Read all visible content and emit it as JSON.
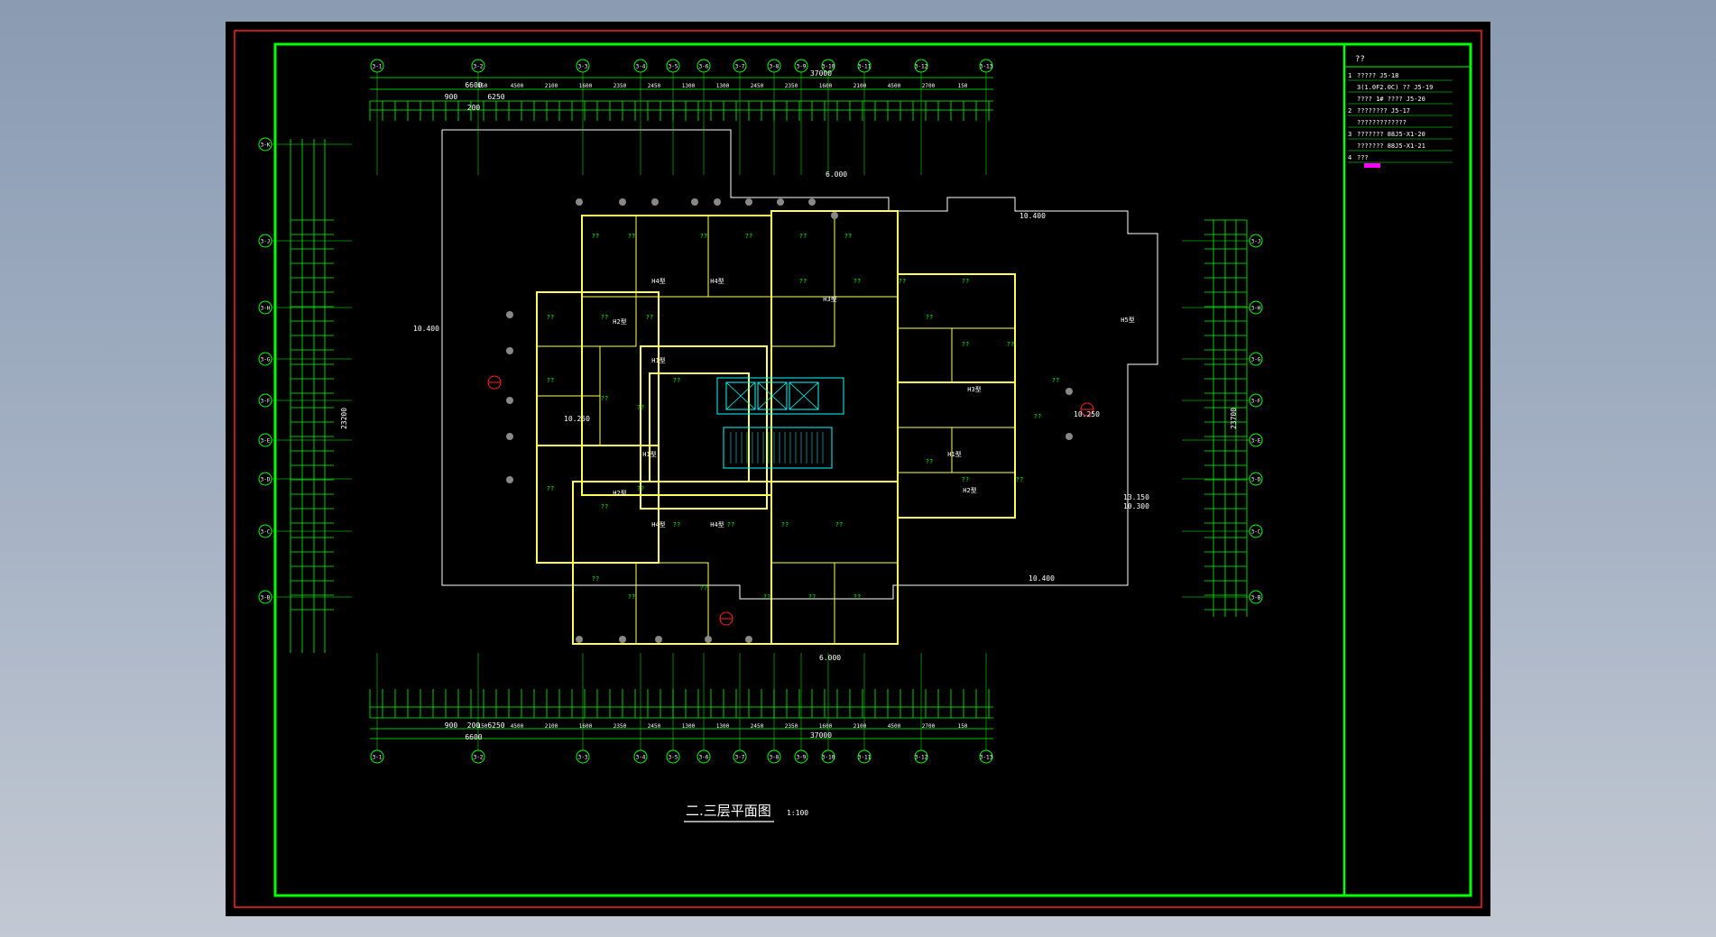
{
  "drawing": {
    "title": "二.三层平面图",
    "scale": "1:100"
  },
  "dimensions": {
    "top_total": "37000",
    "top_left": "6600",
    "top_sub": "6250",
    "top_900": "900",
    "top_200": "200",
    "left_total": "23200",
    "right_total": "23700",
    "bottom_total": "37000",
    "bottom_left": "6600",
    "bottom_sub": "6250",
    "bottom_900": "900",
    "bottom_200": "200",
    "top_segments": [
      "150",
      "4500",
      "2100",
      "1600",
      "2350",
      "2450",
      "1300",
      "1300",
      "2450",
      "2350",
      "1600",
      "2100",
      "4500",
      "2700",
      "150"
    ],
    "bottom_segments": [
      "150",
      "4500",
      "2100",
      "1600",
      "2350",
      "2450",
      "1300",
      "1300",
      "2450",
      "2350",
      "1600",
      "2100",
      "4500",
      "2700",
      "150"
    ]
  },
  "axes": {
    "top": [
      "3-1",
      "3-2",
      "3-3",
      "3-4",
      "3-5",
      "3-6",
      "3-7",
      "3-8",
      "3-9",
      "3-10",
      "3-11",
      "3-12",
      "3-13"
    ],
    "bottom": [
      "3-1",
      "3-2",
      "3-3",
      "3-4",
      "3-5",
      "3-6",
      "3-7",
      "3-8",
      "3-9",
      "3-10",
      "3-11",
      "3-12",
      "3-13"
    ],
    "left": [
      "3-K",
      "3-J",
      "3-H",
      "3-G",
      "3-F",
      "3-E",
      "3-D",
      "3-C",
      "3-B"
    ],
    "right": [
      "3-J",
      "3-H",
      "3-G",
      "3-F",
      "3-E",
      "3-D",
      "3-C",
      "3-B"
    ]
  },
  "elevations": {
    "left_roof": "10.400",
    "right_roof_top": "10.400",
    "right_roof_bottom": "10.400",
    "right_mid": "13.150",
    "right_mid2": "10.300",
    "stair_left": "10.250",
    "stair_right": "10.250",
    "top_level": "6.000",
    "bottom_level": "6.000"
  },
  "units": {
    "h1": "H1型",
    "h2": "H2型",
    "h3": "H3型",
    "h4": "H4型",
    "h5": "H5型",
    "unknown": "??"
  },
  "notes": {
    "header": "??",
    "items": [
      {
        "num": "1",
        "text": "?????  J5-18"
      },
      {
        "num": "",
        "text": "3(1.0F2.0C)  ??  J5-19"
      },
      {
        "num": "",
        "text": "???? 1#  ???? J5-20"
      },
      {
        "num": "2",
        "text": "????????  J5-17"
      },
      {
        "num": "",
        "text": "?????????????"
      },
      {
        "num": "3",
        "text": "???????  88J5-X1-20"
      },
      {
        "num": "",
        "text": "???????  88J5-X1-21"
      },
      {
        "num": "4",
        "text": "???"
      }
    ]
  },
  "colors": {
    "frame": "#00ff00",
    "outer_border": "#ff2020",
    "walls": "#ffff55",
    "dims": "#00ff00",
    "text": "#ffffff",
    "magenta": "#ff00ff",
    "cyan": "#00ffff"
  }
}
